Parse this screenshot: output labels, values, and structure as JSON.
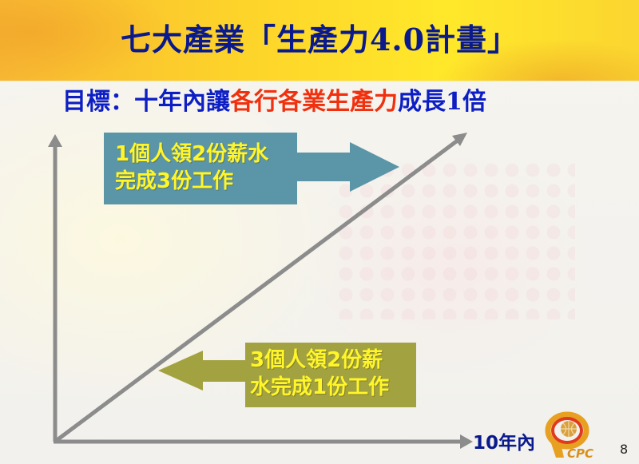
{
  "slide": {
    "title": "七大產業「生產力4.0計畫」",
    "subtitle": {
      "prefix": "目標：十年內讓",
      "highlight": "各行各業生產力",
      "suffix": "成長1倍"
    },
    "page_number": "8",
    "logo_text": "CPC"
  },
  "diagram": {
    "x_axis_label": "10年內",
    "callout_top": {
      "line1": "1個人領2份薪水",
      "line2": "完成3份工作",
      "color": "#5b95a8",
      "arrow_direction": "right"
    },
    "callout_bottom": {
      "line1": "3個人領2份薪",
      "line2": "水完成1份工作",
      "color": "#a2a241",
      "arrow_direction": "left"
    },
    "trend_line": "diagonal-up",
    "colors": {
      "title_text": "#0a1a8c",
      "subtitle_blue": "#0d1fc4",
      "subtitle_red": "#f0300e",
      "callout_text": "#fff62a",
      "axis": "#8c8c8c"
    }
  }
}
